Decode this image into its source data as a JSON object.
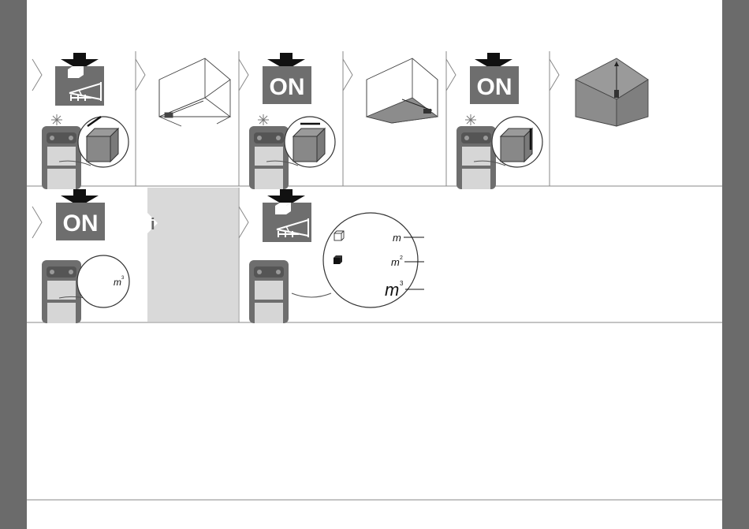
{
  "colors": {
    "side_bar": "#6b6b6b",
    "panel_gray": "#6e6e6e",
    "info_panel": "#d9d9d9",
    "line": "#888888"
  },
  "labels": {
    "on": "ON",
    "info": "i",
    "unit_m": "m",
    "unit_m2": "m",
    "unit_m2_exp": "2",
    "unit_m3": "m",
    "unit_m3_exp": "3",
    "bubble_m3": "m",
    "bubble_m3_exp": "3"
  },
  "icons": [
    "down-arrow-icon",
    "volume-mode-icon",
    "on-button-icon",
    "laser-device-icon",
    "cube-outline-icon",
    "cube-solid-icon",
    "info-icon"
  ]
}
